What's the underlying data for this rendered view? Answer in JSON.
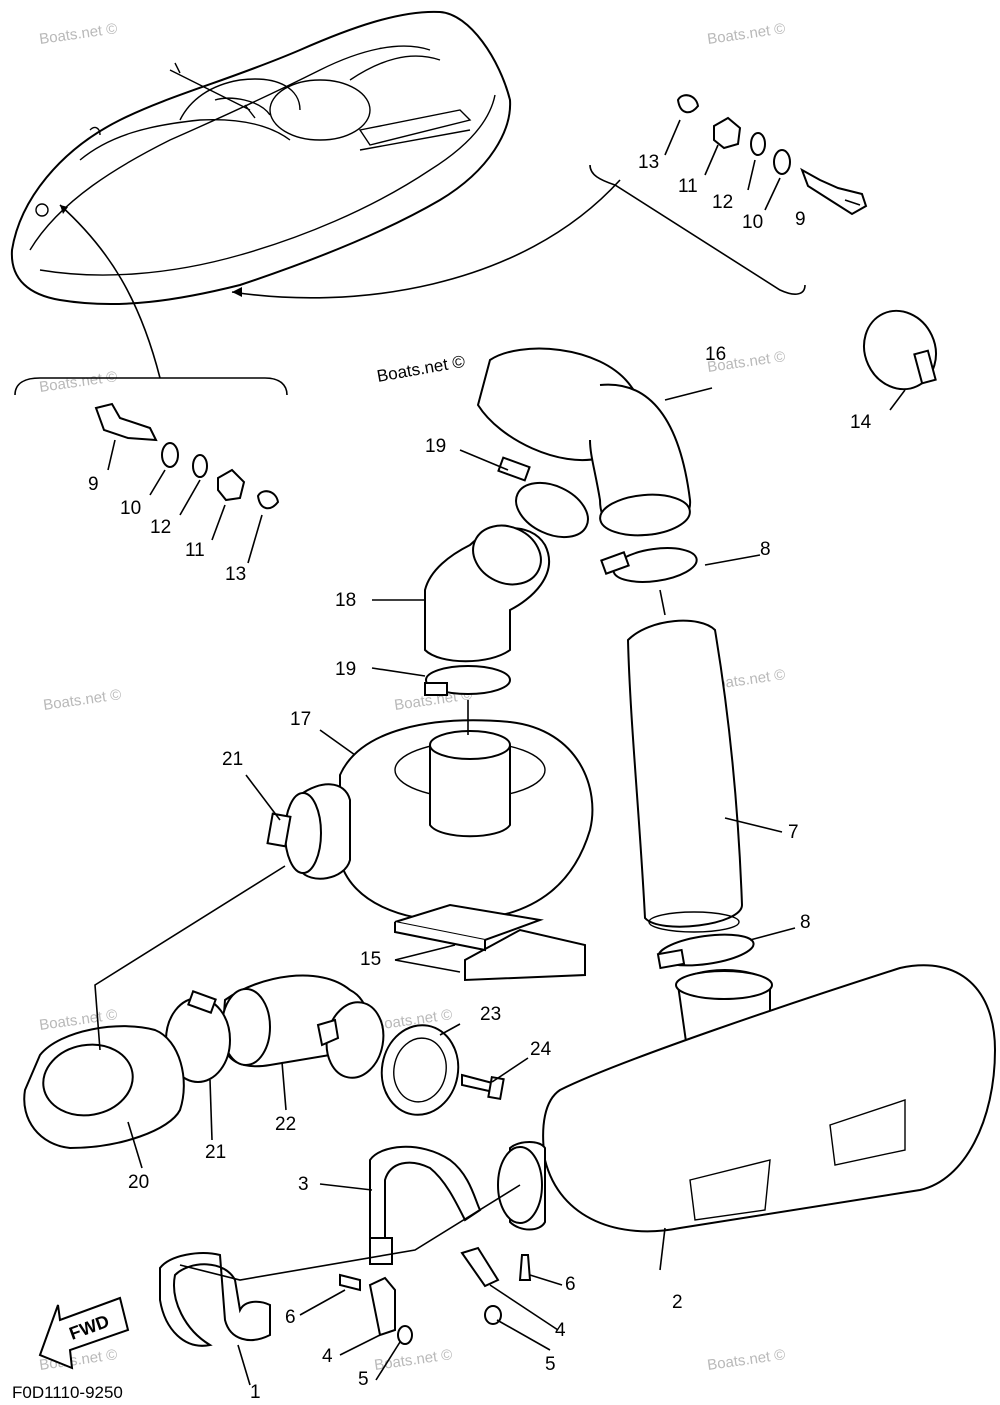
{
  "diagram": {
    "code": "F0D1110-9250",
    "watermark": "Boats.net ©",
    "fwd_label": "FWD",
    "labels": {
      "p1": "1",
      "p2": "2",
      "p3": "3",
      "p4a": "4",
      "p4b": "4",
      "p5a": "5",
      "p5b": "5",
      "p6a": "6",
      "p6b": "6",
      "p7": "7",
      "p8a": "8",
      "p8b": "8",
      "p9a": "9",
      "p9b": "9",
      "p10a": "10",
      "p10b": "10",
      "p11a": "11",
      "p11b": "11",
      "p12a": "12",
      "p12b": "12",
      "p13a": "13",
      "p13b": "13",
      "p14": "14",
      "p15": "15",
      "p16": "16",
      "p17": "17",
      "p18": "18",
      "p19a": "19",
      "p19b": "19",
      "p20": "20",
      "p21a": "21",
      "p21b": "21",
      "p22": "22",
      "p23": "23",
      "p24": "24"
    }
  }
}
